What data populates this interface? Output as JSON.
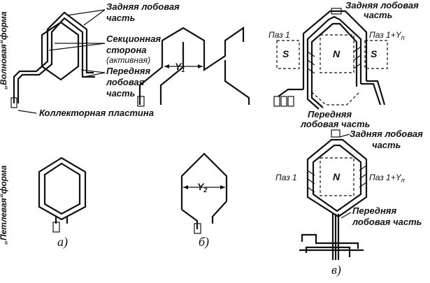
{
  "labels": {
    "wave_form": "„Волновая“форма",
    "loop_form": "„Петлевая“форма",
    "back_end_1": "Задняя лобовая",
    "back_end_2": "часть",
    "section_side_1": "Секционная",
    "section_side_2": "сторона",
    "section_side_3": "(активная)",
    "front_end_1": "Передняя",
    "front_end_2": "лобовая",
    "front_end_3": "часть",
    "collector_plate": "Коллекторная пластина",
    "y1": "Y",
    "y1_sub": "1",
    "right_back_1": "Задняя лобовая",
    "right_back_2": "часть",
    "slot1": "Паз 1",
    "slot_y": "Паз 1+Y",
    "slot_y_sub": "п",
    "right_front_1": "Передняя",
    "right_front_2": "лобовая часть",
    "pole_n": "N",
    "pole_s": "S",
    "bottom_back_1": "Задняя лобовая",
    "bottom_back_2": "часть",
    "bottom_slot1": "Паз 1",
    "bottom_slot_y": "Паз 1+Y",
    "bottom_slot_y_sub": "п",
    "bottom_pole_n": "N",
    "bottom_front_1": "Передняя",
    "bottom_front_2": "лобовая часть",
    "y2": "Y",
    "y2_sub": "2",
    "caption_a": "а)",
    "caption_b": "б)",
    "caption_c": "в)"
  }
}
